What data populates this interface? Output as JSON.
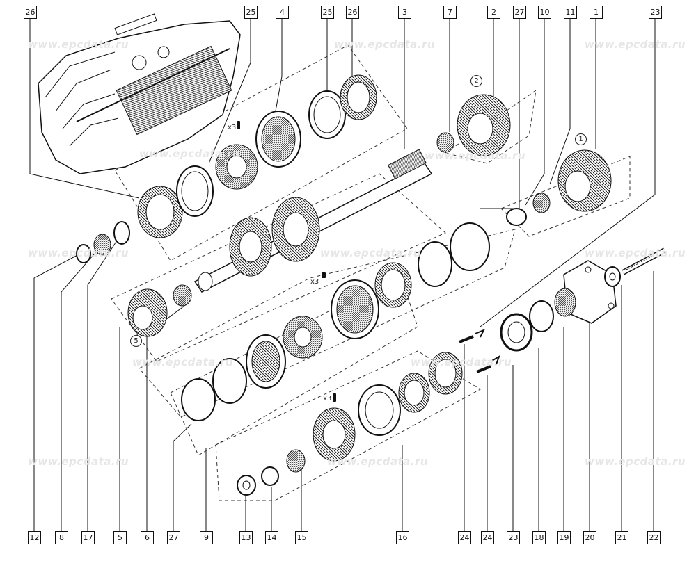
{
  "watermark": "www.epcdata.ru",
  "quantity_mark": "x3",
  "callouts_top": [
    "26",
    "25",
    "4",
    "25",
    "26",
    "3",
    "7",
    "2",
    "27",
    "10",
    "11",
    "1",
    "23"
  ],
  "callouts_bottom": [
    "12",
    "8",
    "17",
    "5",
    "6",
    "27",
    "9",
    "13",
    "14",
    "15",
    "16",
    "24",
    "24",
    "23",
    "18",
    "19",
    "20",
    "21",
    "22"
  ],
  "circled_labels": [
    "2",
    "1",
    "5"
  ]
}
